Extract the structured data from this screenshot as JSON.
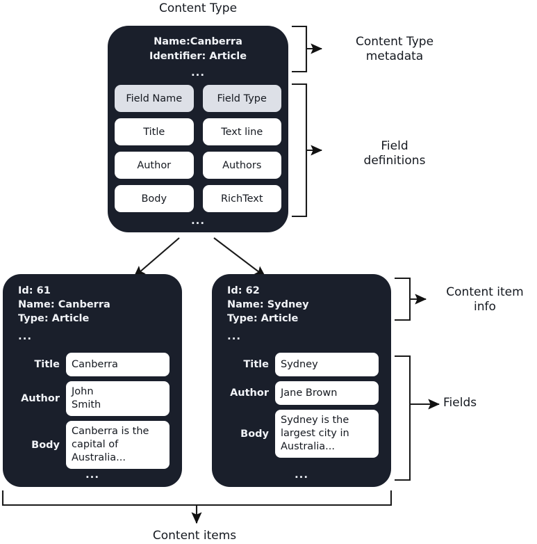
{
  "diagram": {
    "title": "Content Type",
    "bottom_label": "Content items",
    "colors": {
      "card_background": "#1a1f2b",
      "card_text": "#f2f4f8",
      "chip_background": "#ffffff",
      "chip_header_background": "#dde0e7",
      "page_background": "#ffffff",
      "stroke": "#1a1a1a"
    }
  },
  "content_type": {
    "metadata_text": "Name:Canberra\nIdentifier: Article",
    "ellipsis": "...",
    "ellipsis_bottom": "...",
    "field_table": {
      "headers": [
        "Field Name",
        "Field Type"
      ],
      "rows": [
        [
          "Title",
          "Text line"
        ],
        [
          "Author",
          "Authors"
        ],
        [
          "Body",
          "RichText"
        ]
      ]
    }
  },
  "content_items": [
    {
      "info_text": "Id: 61\nName: Canberra\nType: Article",
      "ellipsis": "...",
      "ellipsis_bottom": "...",
      "fields": [
        {
          "label": "Title",
          "value": "Canberra"
        },
        {
          "label": "Author",
          "value": "John\nSmith"
        },
        {
          "label": "Body",
          "value": "Canberra is the\ncapital of\nAustralia..."
        }
      ]
    },
    {
      "info_text": "Id: 62\nName: Sydney\nType: Article",
      "ellipsis": "...",
      "ellipsis_bottom": "...",
      "fields": [
        {
          "label": "Title",
          "value": "Sydney"
        },
        {
          "label": "Author",
          "value": "Jane Brown"
        },
        {
          "label": "Body",
          "value": "Sydney is the\nlargest city in\nAustralia..."
        }
      ]
    }
  ],
  "annotations": {
    "content_type_metadata": "Content Type\nmetadata",
    "field_definitions": "Field\ndefinitions",
    "content_item_info": "Content item\ninfo",
    "fields": "Fields"
  }
}
